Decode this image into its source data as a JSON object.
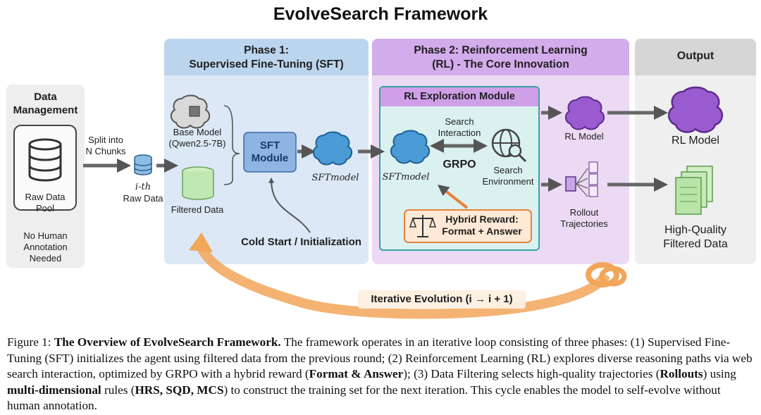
{
  "title": "EvolveSearch Framework",
  "data_mgmt": {
    "heading_1": "Data",
    "heading_2": "Management",
    "pool_1": "Raw Data",
    "pool_2": "Pool",
    "note_1": "No Human",
    "note_2": "Annotation",
    "note_3": "Needed"
  },
  "split": {
    "line_1": "Split into",
    "line_2": "N Chunks",
    "chunk_1": "i-th",
    "chunk_2": "Raw Data"
  },
  "phase1": {
    "header_1": "Phase 1:",
    "header_2": "Supervised Fine-Tuning (SFT)",
    "base_1": "Base Model",
    "base_2": "(Qwen2.5-7B)",
    "filtered": "Filtered Data",
    "module_1": "SFT",
    "module_2": "Module",
    "sft_model": "SFTmodel",
    "cold_start": "Cold Start / Initialization"
  },
  "phase2": {
    "header_1": "Phase 2: Reinforcement Learning",
    "header_2": "(RL) - The Core Innovation",
    "module_title": "RL Exploration Module",
    "sft_model": "SFTmodel",
    "search_1": "Search",
    "search_2": "Interaction",
    "grpo": "GRPO",
    "env_1": "Search",
    "env_2": "Environment",
    "reward_1": "Hybrid Reward:",
    "reward_2": "Format + Answer",
    "rl_model": "RL Model",
    "rollout_1": "Rollout",
    "rollout_2": "Trajectories"
  },
  "output": {
    "header": "Output",
    "rl_model": "RL Model",
    "hq_1": "High-Quality",
    "hq_2": "Filtered Data"
  },
  "loop": {
    "label": "Iterative Evolution (i → i + 1)"
  },
  "caption": {
    "prefix": "Figure 1: ",
    "bold_title": "The Overview of EvolveSearch Framework.",
    "t1": " The framework operates in an iterative loop consisting of three phases: (1) Supervised Fine-Tuning (SFT) initializes the agent using filtered data from the previous round; (2) Reinforcement Learning (RL) explores diverse reasoning paths via web search interaction, optimized by GRPO with a hybrid reward (",
    "b1": "Format & Answer",
    "t2": "); (3) Data Filtering selects high-quality trajectories (",
    "b2": "Rollouts",
    "t3": ") using ",
    "b3": "multi-dimensional",
    "t4": " rules (",
    "b4": "HRS, SQD, MCS",
    "t5": ") to construct the training set for the next iteration. This cycle enables the model to self-evolve without human annotation."
  },
  "colors": {
    "phase1_bg": "#dce8f5",
    "phase1_header": "#b9d3ec",
    "phase2_bg": "#ead6f3",
    "phase2_header": "#cfa6e6",
    "rl_module_bg": "#d9f0ef",
    "rl_module_border": "#2f9a9a",
    "output_bg": "#ececec",
    "reward_border": "#e8823a",
    "loop_orange": "#f2a65a",
    "brain_blue": "#4a9bd6",
    "brain_purple": "#9b5bd0"
  },
  "icons": [
    "database-icon",
    "brain-icon",
    "document-icon",
    "globe-search-icon",
    "scales-icon",
    "gear-brain-icon"
  ]
}
